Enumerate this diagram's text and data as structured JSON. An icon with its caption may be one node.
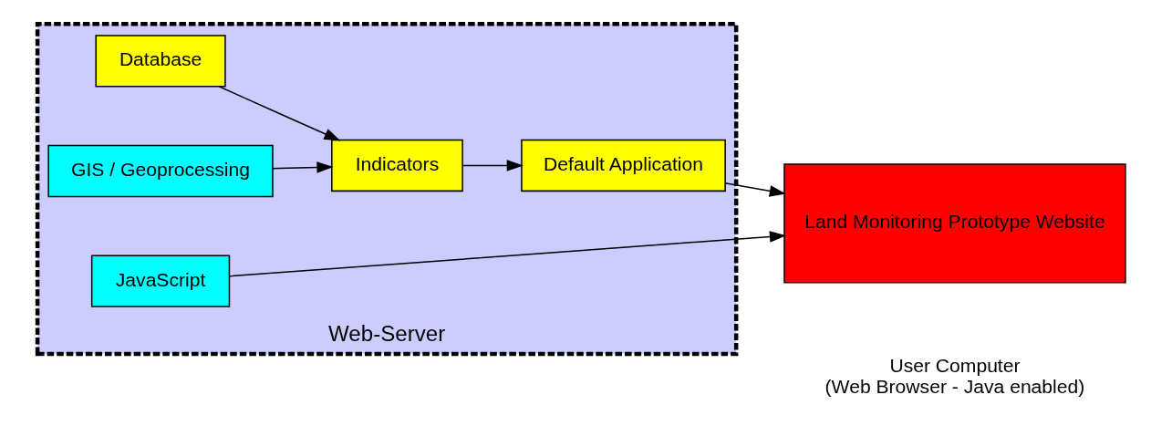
{
  "diagram": {
    "nodes": [
      {
        "text": [
          "Web-Server"
        ]
      },
      {
        "text": [
          "Database"
        ],
        "in": 0
      },
      {
        "text": [
          "Indicators"
        ],
        "in": 0
      },
      {
        "text": [
          "Default Application"
        ],
        "in": 0
      },
      {
        "text": [
          "GIS / Geoprocessing"
        ],
        "in": 0
      },
      {
        "text": [
          "JavaScript"
        ],
        "in": 0
      },
      {
        "text": [
          "Land Monitoring Prototype Website"
        ],
        "beside": [
          "User Computer",
          "(Web Browser - Java enabled)"
        ]
      }
    ],
    "edges": [
      {
        "from": 1,
        "to": 2,
        "arrow": "to"
      },
      {
        "from": 4,
        "to": 2,
        "arrow": "to"
      },
      {
        "from": 2,
        "to": 3,
        "arrow": "to"
      },
      {
        "from": 3,
        "to": 6,
        "arrow": "to"
      },
      {
        "from": 5,
        "to": 6,
        "arrow": "to"
      }
    ]
  }
}
